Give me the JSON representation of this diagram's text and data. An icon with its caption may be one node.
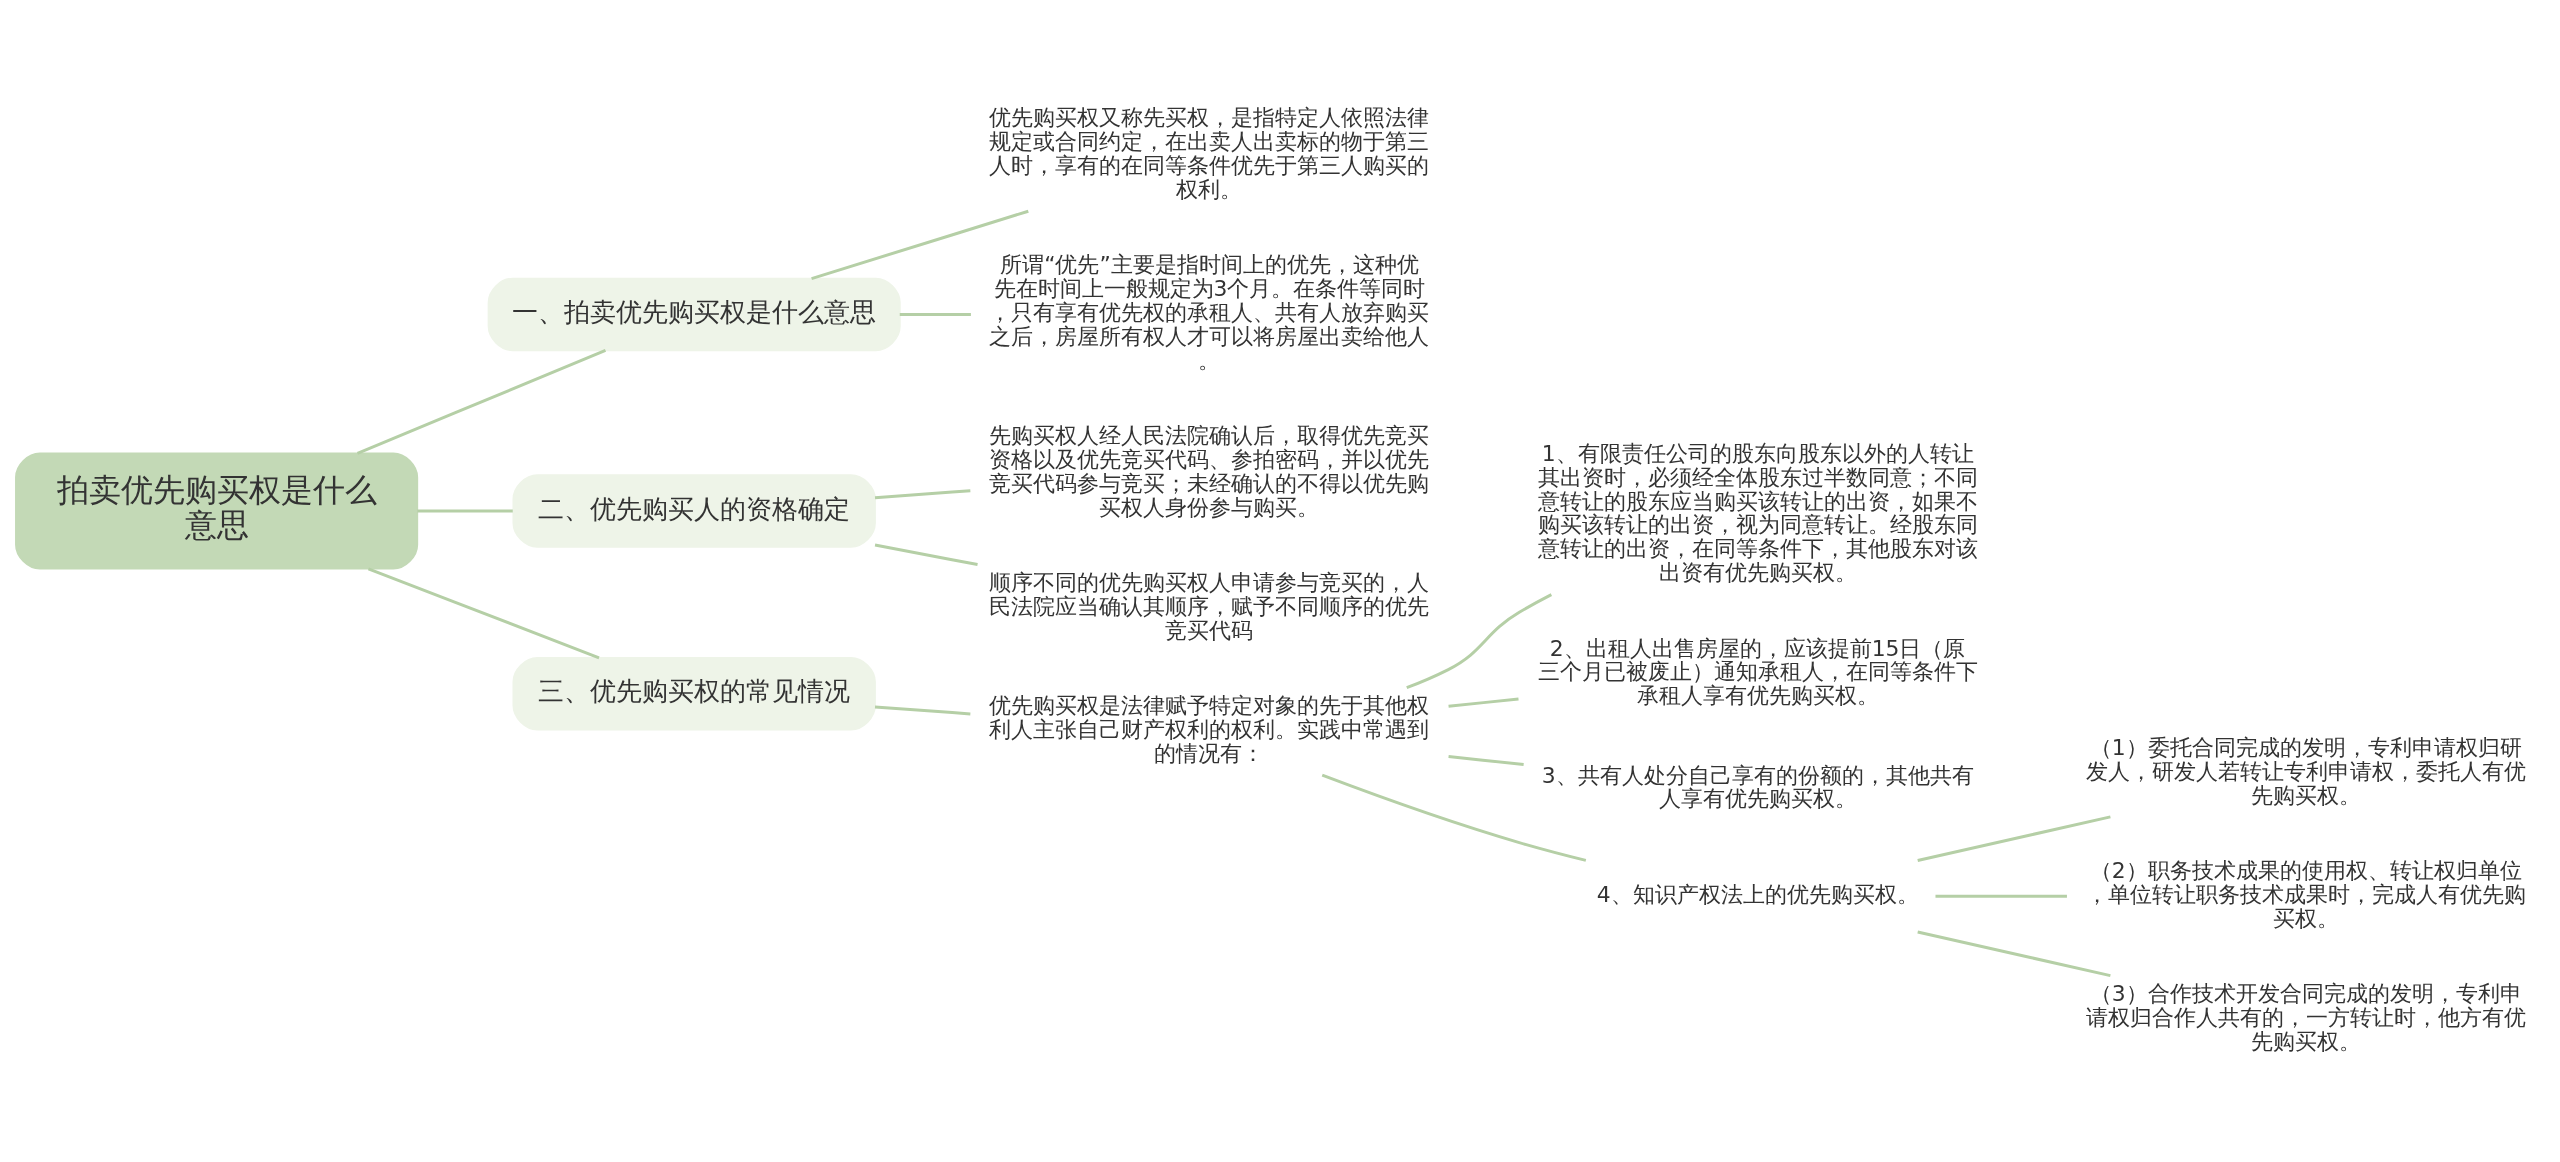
{
  "diagram": {
    "nodes": [
      {
        "text": [
          "拍卖优先购买权是什么意思"
        ]
      },
      {
        "text": [
          "一、拍卖优先购买权是什么意思"
        ]
      },
      {
        "text": [
          "优先购买权又称先买权，是指特定人依照法律规定或合同约定，在出卖人出卖标的物于第三人时，享有的在同等条件优先于第三人购买的权利。"
        ]
      },
      {
        "text": [
          "所谓“优先”主要是指时间上的优先，这种优先在时间上一般规定为3个月。在条件等同时，只有享有优先权的承租人、共有人放弃购买之后，房屋所有权人才可以将房屋出卖给他人。"
        ]
      },
      {
        "text": [
          "二、优先购买人的资格确定"
        ]
      },
      {
        "text": [
          "先购买权人经人民法院确认后，取得优先竞买资格以及优先竞买代码、参拍密码，并以优先竞买代码参与竞买；未经确认的不得以优先购买权人身份参与购买。"
        ]
      },
      {
        "text": [
          "顺序不同的优先购买权人申请参与竞买的，人民法院应当确认其顺序，赋予不同顺序的优先竞买代码"
        ]
      },
      {
        "text": [
          "三、优先购买权的常见情况"
        ]
      },
      {
        "text": [
          "优先购买权是法律赋予特定对象的先于其他权利人主张自己财产权利的权利。实践中常遇到的情况有："
        ]
      },
      {
        "text": [
          "1、有限责任公司的股东向股东以外的人转让其出资时，必须经全体股东过半数同意；不同意转让的股东应当购买该转让的出资，如果不购买该转让的出资，视为同意转让。经股东同意转让的出资，在同等条件下，其他股东对该出资有优先购买权。"
        ]
      },
      {
        "text": [
          "2、出租人出售房屋的，应该提前15日（原三个月已被废止）通知承租人，在同等条件下承租人享有优先购买权。"
        ]
      },
      {
        "text": [
          "3、共有人处分自己享有的份额的，其他共有人享有优先购买权。"
        ]
      },
      {
        "text": [
          "4、知识产权法上的优先购买权。"
        ]
      },
      {
        "text": [
          "（1）委托合同完成的发明，专利申请权归研发人，研发人若转让专利申请权，委托人有优先购买权。"
        ]
      },
      {
        "text": [
          "（2）职务技术成果的使用权、转让权归单位，单位转让职务技术成果时，完成人有优先购买权。"
        ]
      },
      {
        "text": [
          "（3）合作技术开发合同完成的发明，专利申请权归合作人共有的，一方转让时，他方有优先购买权。"
        ]
      }
    ],
    "edges": [
      {
        "from": 0,
        "to": 1,
        "arrow": "none"
      },
      {
        "from": 1,
        "to": 2,
        "arrow": "none"
      },
      {
        "from": 1,
        "to": 3,
        "arrow": "none"
      },
      {
        "from": 0,
        "to": 4,
        "arrow": "none"
      },
      {
        "from": 4,
        "to": 5,
        "arrow": "none"
      },
      {
        "from": 4,
        "to": 6,
        "arrow": "none"
      },
      {
        "from": 0,
        "to": 7,
        "arrow": "none"
      },
      {
        "from": 7,
        "to": 8,
        "arrow": "none"
      },
      {
        "from": 8,
        "to": 9,
        "arrow": "none"
      },
      {
        "from": 8,
        "to": 10,
        "arrow": "none"
      },
      {
        "from": 8,
        "to": 11,
        "arrow": "none"
      },
      {
        "from": 8,
        "to": 12,
        "arrow": "none"
      },
      {
        "from": 12,
        "to": 13,
        "arrow": "none"
      },
      {
        "from": 12,
        "to": 14,
        "arrow": "none"
      },
      {
        "from": 12,
        "to": 15,
        "arrow": "none"
      }
    ]
  }
}
